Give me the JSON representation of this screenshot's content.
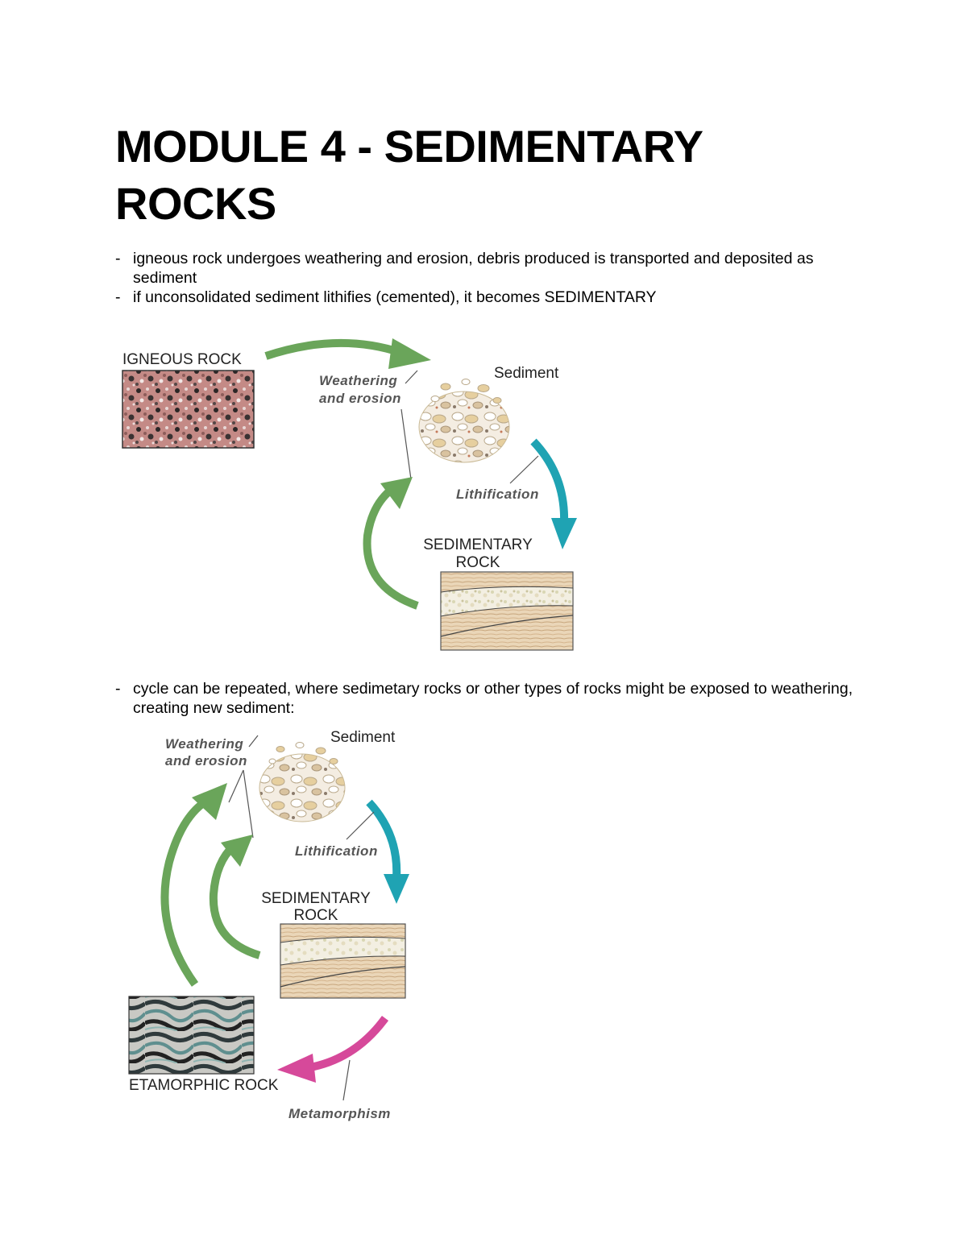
{
  "document": {
    "title": "MODULE 4 - SEDIMENTARY ROCKS",
    "bullets_1": [
      "igneous rock undergoes weathering and erosion, debris produced is transported and deposited as sediment",
      "if unconsolidated sediment lithifies (cemented), it becomes SEDIMENTARY"
    ],
    "bullets_2": [
      "cycle can be repeated, where sedimetary rocks or other types of rocks might be exposed to weathering, creating new sediment:"
    ],
    "bullet_marker": "-"
  },
  "figure_1": {
    "igneous_label": "IGNEOUS ROCK",
    "weathering_line1": "Weathering",
    "weathering_line2": "and erosion",
    "sediment_label": "Sediment",
    "lithification_label": "Lithification",
    "sedimentary_line1": "SEDIMENTARY",
    "sedimentary_line2": "ROCK"
  },
  "figure_2": {
    "weathering_line1": "Weathering",
    "weathering_line2": "and erosion",
    "sediment_label": "Sediment",
    "lithification_label": "Lithification",
    "sedimentary_line1": "SEDIMENTARY",
    "sedimentary_line2": "ROCK",
    "metamorphic_label": "ETAMORPHIC ROCK",
    "metamorphism_label": "Metamorphism"
  },
  "colors": {
    "green_arrow": "#6aa55a",
    "teal_arrow": "#1fa3b3",
    "pink_arrow": "#d6499a",
    "sediment_tan": "#e8d2a8",
    "igneous_pink": "#b87b78"
  }
}
